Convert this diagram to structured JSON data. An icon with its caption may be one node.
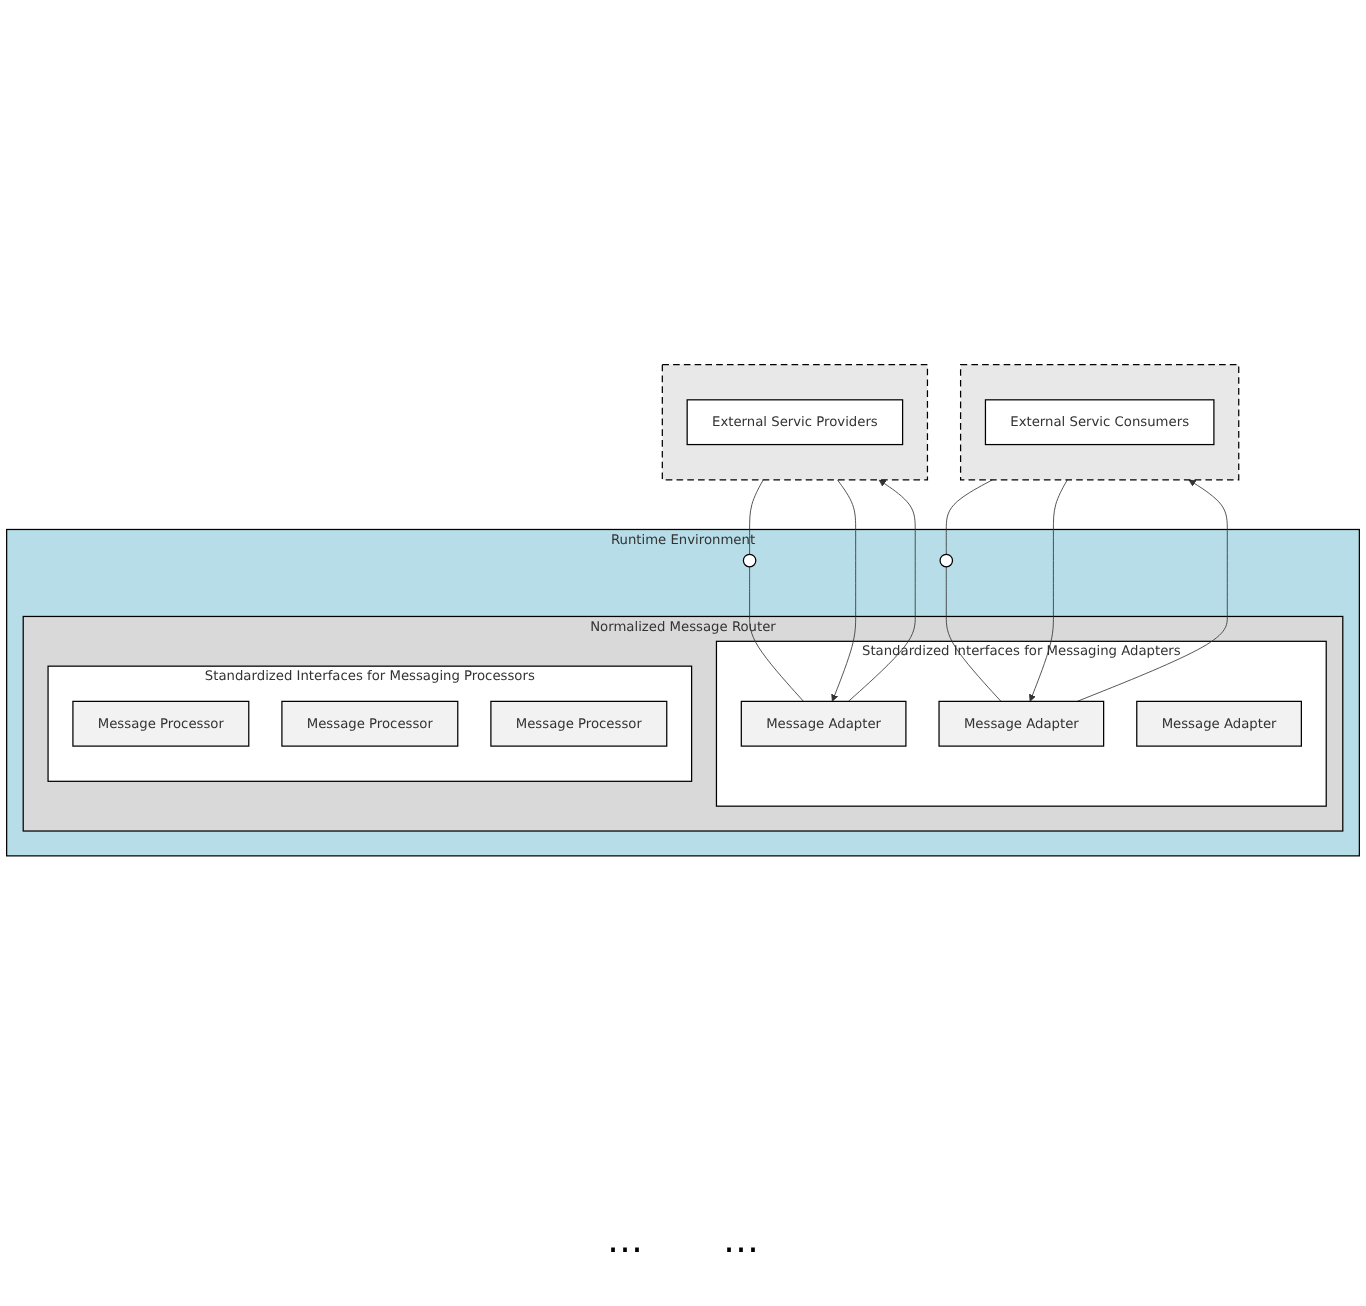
{
  "diagram": {
    "nodes": [
      {
        "text": [],
        "shape": "cloud"
      },
      {
        "text": [
          "External Servic Providers"
        ],
        "in": 0
      },
      {
        "text": [],
        "shape": "cloud"
      },
      {
        "text": [
          "External Servic Consumers"
        ],
        "in": 2
      },
      {
        "text": [
          "Runtime Environment"
        ]
      },
      {
        "text": [],
        "shape": "circle",
        "in": 4
      },
      {
        "text": [],
        "shape": "circle",
        "in": 4
      },
      {
        "text": [
          "Normalized Message Router"
        ],
        "in": 4
      },
      {
        "text": [
          "Standardized Interfaces for Messaging Adapters"
        ],
        "in": 7
      },
      {
        "text": [
          "Message Adapter"
        ],
        "in": 8
      },
      {
        "text": [
          "Message Adapter"
        ],
        "in": 8
      },
      {
        "text": [
          "Message Adapter"
        ],
        "in": 8
      },
      {
        "text": [
          "Standardized Interfaces for Messaging Processors"
        ],
        "in": 7
      },
      {
        "text": [
          "Message Processor"
        ],
        "in": 12
      },
      {
        "text": [
          "Message Processor"
        ],
        "in": 12
      },
      {
        "text": [
          "Message Processor"
        ],
        "in": 12
      }
    ],
    "edges": [
      {
        "from": 9,
        "to": 0,
        "arrow": "to"
      },
      {
        "from": 0,
        "to": 9,
        "arrow": "to"
      },
      {
        "from": 0,
        "to": 5,
        "arrow": "none"
      },
      {
        "from": 5,
        "to": 9,
        "arrow": "none"
      },
      {
        "from": 10,
        "to": 2,
        "arrow": "to"
      },
      {
        "from": 2,
        "to": 10,
        "arrow": "to"
      },
      {
        "from": 2,
        "to": 6,
        "arrow": "none"
      },
      {
        "from": 6,
        "to": 10,
        "arrow": "none"
      }
    ],
    "labels": [
      "…",
      "…"
    ]
  }
}
